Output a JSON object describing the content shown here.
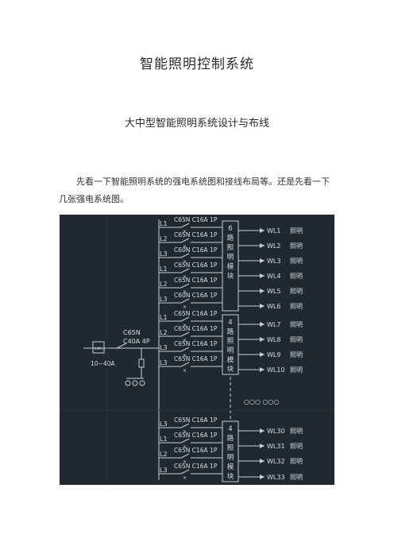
{
  "document": {
    "title": "智能照明控制系统",
    "subtitle": "大中型智能照明系统设计与布线",
    "paragraph": "先看一下智能照明系统的强电系统图和接线布局等。还是先看一下几张强电系统图。"
  },
  "diagram": {
    "main_breaker": {
      "model": "C65N",
      "rating": "C40A 4P",
      "range": "10~40A",
      "meter_label": "kWh"
    },
    "rows": [
      {
        "phase": "L1",
        "breaker": "C65N C16A 1P",
        "circuit": "WL1",
        "load": "照明"
      },
      {
        "phase": "L2",
        "breaker": "C65N C16A 1P",
        "circuit": "WL2",
        "load": "照明"
      },
      {
        "phase": "L3",
        "breaker": "C60N C16A 1P",
        "circuit": "WL3",
        "load": "照明"
      },
      {
        "phase": "L1",
        "breaker": "C65N C16A 1P",
        "circuit": "WL4",
        "load": "照明"
      },
      {
        "phase": "L2",
        "breaker": "C65N C16A 1P",
        "circuit": "WL5",
        "load": "照明"
      },
      {
        "phase": "L3",
        "breaker": "C60N C16A 1P",
        "circuit": "WL6",
        "load": "照明"
      },
      {
        "phase": "L1",
        "breaker": "C65N C16A 1P",
        "circuit": "WL7",
        "load": "照明"
      },
      {
        "phase": "L2",
        "breaker": "C65N C16A 1P",
        "circuit": "WL8",
        "load": "照明"
      },
      {
        "phase": "L3",
        "breaker": "C65N C16A 1P",
        "circuit": "WL9",
        "load": "照明"
      },
      {
        "phase": "L3",
        "breaker": "C65N C16A 1P",
        "circuit": "WL10",
        "load": "照明"
      },
      {
        "phase": "L3",
        "breaker": "C65N C16A 1P",
        "circuit": "WL30",
        "load": "照明"
      },
      {
        "phase": "L1",
        "breaker": "C65N C16A 1P",
        "circuit": "WL31",
        "load": "照明"
      },
      {
        "phase": "L2",
        "breaker": "C65N C16A 1P",
        "circuit": "WL32",
        "load": "照明"
      },
      {
        "phase": "L3",
        "breaker": "C65N C16A 1P",
        "circuit": "WL33",
        "load": "照明"
      }
    ],
    "modules": [
      {
        "label": "6路照明模块",
        "rows": [
          0,
          5
        ]
      },
      {
        "label": "4路照明模块",
        "rows": [
          6,
          9
        ]
      },
      {
        "label": "4路照明模块",
        "rows": [
          10,
          13
        ]
      }
    ],
    "ellipsis": "○○○ ○○○"
  }
}
